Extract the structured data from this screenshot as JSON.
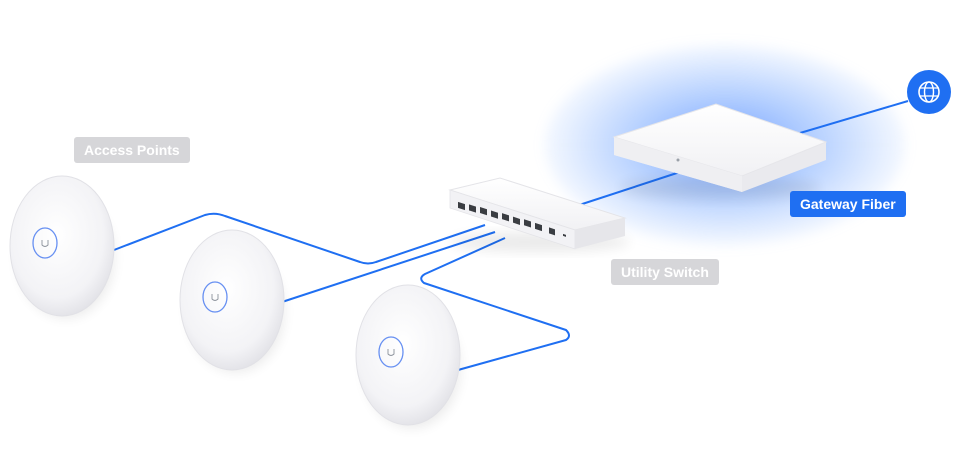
{
  "labels": {
    "access_points": "Access Points",
    "gateway": "Gateway Fiber",
    "switch": "Utility Switch"
  },
  "colors": {
    "cable": "#1f6ff2",
    "accent": "#1f6ff2",
    "muted_label": "#d6d6d9",
    "device_white": "#f4f4f6"
  },
  "icons": {
    "internet": "globe-icon"
  }
}
